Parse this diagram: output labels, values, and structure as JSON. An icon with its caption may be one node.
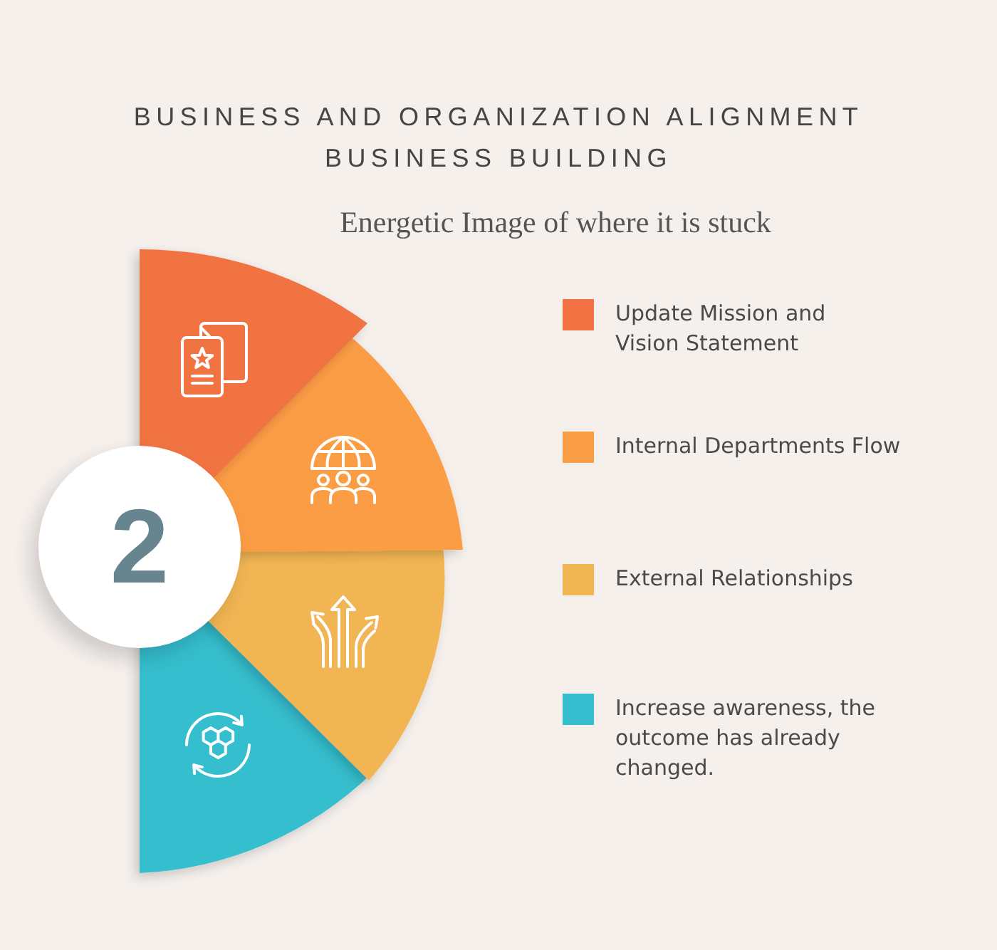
{
  "diagram": {
    "title": "BUSINESS AND ORGANIZATION ALIGNMENT BUSINESS BUILDING",
    "nodes": [
      {
        "text": [
          "2"
        ]
      }
    ],
    "labels": [
      "Energetic Image of where it is stuck"
    ],
    "legend": [
      {
        "text": "Update Mission and Vision Statement",
        "color": "#f17343"
      },
      {
        "text": "Internal Departments Flow",
        "color": "#fb9d44"
      },
      {
        "text": "External Relationships",
        "color": "#f2b553"
      },
      {
        "text": "Increase awareness, the outcome has already changed.",
        "color": "#35bece"
      }
    ]
  }
}
